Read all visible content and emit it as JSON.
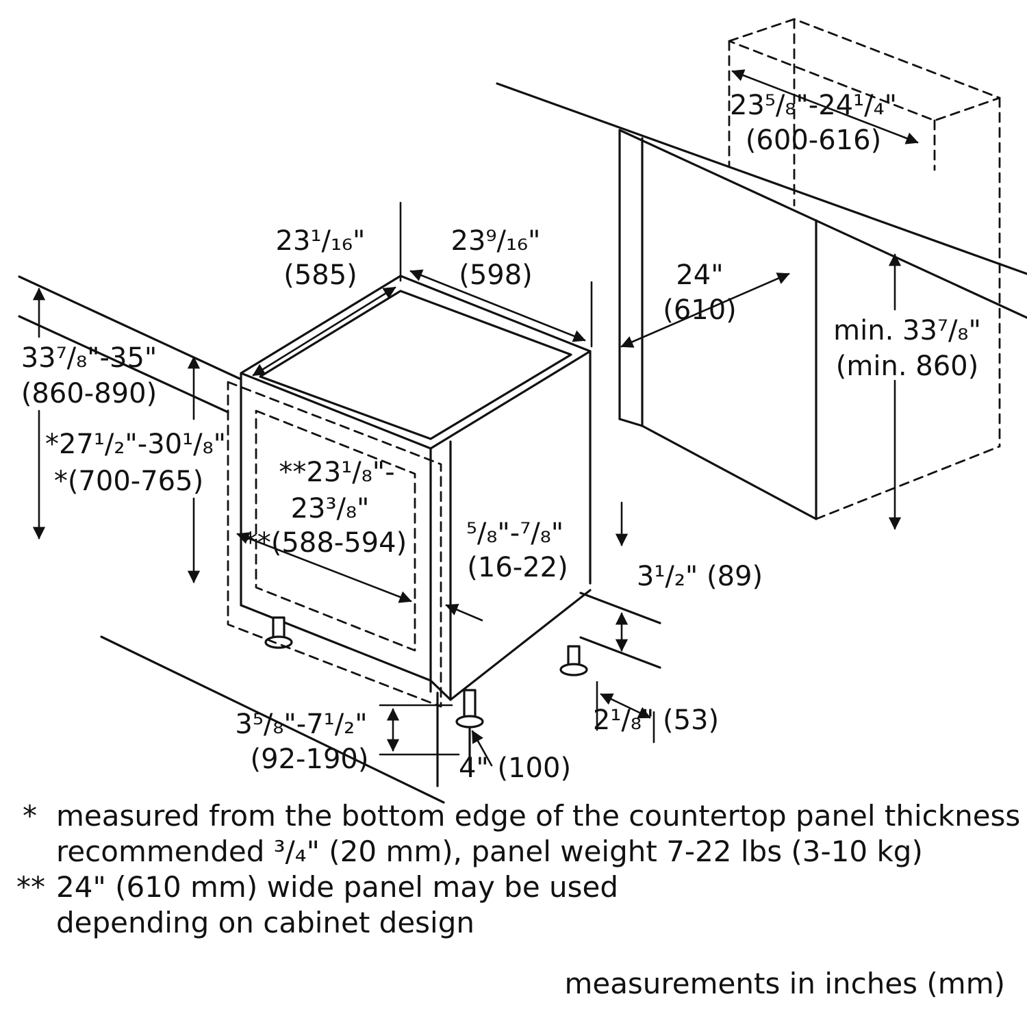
{
  "dims": {
    "top_width_left": {
      "in": "23¹/₁₆\"",
      "mm": "(585)"
    },
    "top_depth": {
      "in": "23⁹/₁₆\"",
      "mm": "(598)"
    },
    "counter_depth": {
      "in": "23⁵/₈\"-24¹/₄\"",
      "mm": "(600-616)"
    },
    "niche_width": {
      "in": "24\"",
      "mm": "(610)"
    },
    "niche_min_height": {
      "in": "min. 33⁷/₈\"",
      "mm": "(min. 860)"
    },
    "overall_height": {
      "in": "33⁷/₈\"-35\"",
      "mm": "(860-890)"
    },
    "panel_height": {
      "in": "*27¹/₂\"-30¹/₈\"",
      "mm": "*(700-765)"
    },
    "panel_width": {
      "line1": "**23¹/₈\"-",
      "line2": "23³/₈\"",
      "line3": "**(588-594)"
    },
    "door_gap": {
      "in": "⁵/₈\"-⁷/₈\"",
      "mm": "(16-22)"
    },
    "toe_kick": "3¹/₂\" (89)",
    "foot_inset": "2¹/₈\" (53)",
    "base_height": {
      "in": "3⁵/₈\"-7¹/₂\"",
      "mm": "(92-190)"
    },
    "foot_depth": "4\" (100)"
  },
  "footnotes": {
    "fn1": {
      "marker": "*",
      "line1": "measured from the bottom edge of the countertop panel thickness",
      "line2": "recommended ³/₄\" (20 mm), panel weight 7-22 lbs (3-10 kg)"
    },
    "fn2": {
      "marker": "**",
      "line1": "24\" (610 mm) wide panel may be used",
      "line2": "depending on cabinet design"
    }
  },
  "units_note": "measurements in inches (mm)",
  "colors": {
    "line": "#111111",
    "background": "#ffffff"
  }
}
